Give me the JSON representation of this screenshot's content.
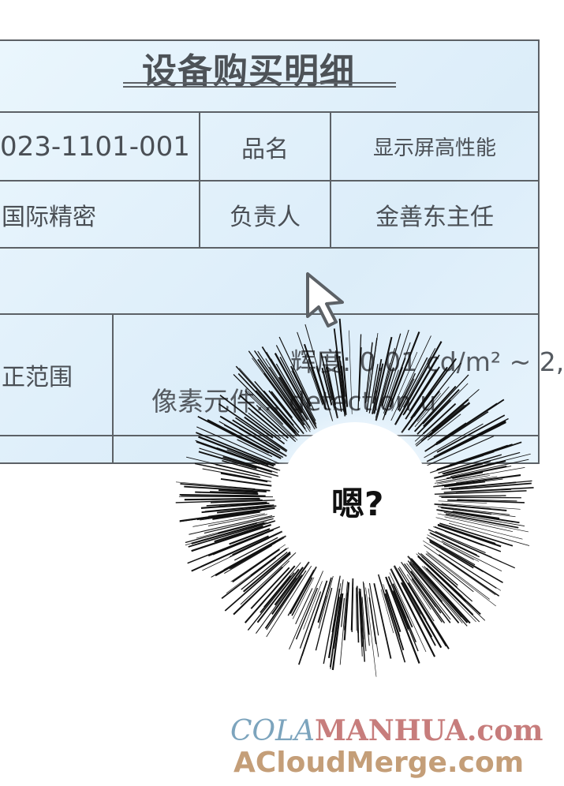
{
  "document": {
    "title": "设备购买明细",
    "rows": [
      {
        "code": "023-1101-001",
        "label": "品名",
        "value": "显示屏高性能"
      },
      {
        "code": "国际精密",
        "label": "负责人",
        "value": "金善东主任"
      }
    ],
    "spec_row": {
      "label": "正范围",
      "line1": "辉度: 0.01 cd/m² ~ 2,",
      "line2": "像素元件... detection u"
    }
  },
  "cursor": {
    "icon": "mouse-pointer-icon"
  },
  "speech": {
    "text": "嗯?"
  },
  "watermark": {
    "line1_a": "COLA",
    "line1_b": "MANHUA.com",
    "line2": "ACloudMerge.com",
    "colors": {
      "cola": "#7ca4bd",
      "manhua": "#c77d7c",
      "acloud": "#c49e78"
    }
  }
}
